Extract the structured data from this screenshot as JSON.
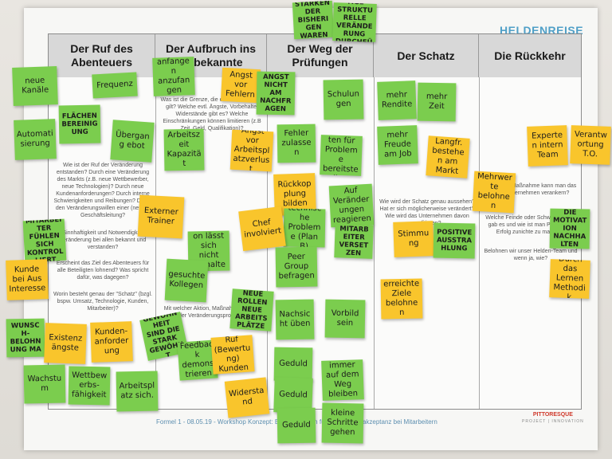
{
  "board_title": "HELDENREISE",
  "columns": [
    {
      "title": "Der Ruf des Abenteuers"
    },
    {
      "title": "Der Aufbruch ins Unbekannte"
    },
    {
      "title": "Der Weg der Prüfungen"
    },
    {
      "title": "Der Schatz"
    },
    {
      "title": "Die Rückkehr"
    }
  ],
  "printed_questions": [
    "Wie ist der Ruf der Veränderung entstanden? Durch eine Veränderung des Markts (z.B. neue Wettbewerber, neue Technologien)? Durch neue Kundenanforderungen? Durch interne Schwierigkeiten und Reibungen? Durch den Veränderungswillen einer (neuen) Geschäftsleitung?",
    "Die Sinnhaftigkeit und Notwendigkeit der Veränderung bei allen bekannt und verstanden?",
    "Erscheint das Ziel des Abenteuers für alle Beteiligten lohnend? Was spricht dafür, was dagegen?",
    "Worin besteht genau der \"Schatz\" (bzgl. bspw. Umsatz, Technologie, Kunden, Mitarbeiter)?",
    "Was ist die Grenze, die es zu überwinden gilt? Welche evtl. Ängste, Vorbehalte, Widerstände gibt es? Welche Einschränkungen können limitieren (z.B Zeit, Geld, Qualifikation)?",
    "Mit welcher Aktion, Maßnahme beginnt der Veränderungsprozess?",
    "Wie wird der Schatz genau aussehen? Hat er sich möglicherweise verändert? Wie wird das Unternehmen davon profitieren?",
    "Welche Maßnahme kann man das im Unternehmen verankern?",
    "Welche Feinde oder Schwierigkeiten gab es und wie ist man Phase den Erfolg zunichte zu machen?",
    "Belohnen wir unser Helden-Team und wenn ja, wie?"
  ],
  "footer": "Formel 1 - 08.05.19 - Workshop Konzept: Erfolgsfaktoren für Technologieakzeptanz bei Mitarbeitern",
  "logo": {
    "name": "PITTORESQUE",
    "tagline": "PROJECT | INNOVATION"
  },
  "notes": [
    {
      "text": "SCHWÄCHEN + STÄRKEN DER BISHERIGEN WARENWIRTSCHAFT",
      "color": "green"
    },
    {
      "text": "NACHHALTIGE STRUKTURELLE VERÄNDERUNG DURCHFÜHREN",
      "color": "green"
    },
    {
      "text": "neue Kanäle",
      "color": "green"
    },
    {
      "text": "Frequenz",
      "color": "green"
    },
    {
      "text": "anfangen anzufangen",
      "color": "green"
    },
    {
      "text": "Angst vor Fehlern",
      "color": "yellow"
    },
    {
      "text": "ANGST NICHT AM NACHFRAGEN",
      "color": "green"
    },
    {
      "text": "Schulungen",
      "color": "green"
    },
    {
      "text": "mehr Rendite",
      "color": "green"
    },
    {
      "text": "mehr Zeit",
      "color": "green"
    },
    {
      "text": "FLÄCHEN BEREINIGUNG",
      "color": "green"
    },
    {
      "text": "Automatisierung",
      "color": "green"
    },
    {
      "text": "Übergang ebot",
      "color": "green"
    },
    {
      "text": "Arbeitszeit Kapazität",
      "color": "green"
    },
    {
      "text": "Angst vor Arbeitsplatzverlust",
      "color": "yellow"
    },
    {
      "text": "Fehler zulassen",
      "color": "green"
    },
    {
      "text": "Kapazitäten für Probleme bereitstellen",
      "color": "green"
    },
    {
      "text": "mehr Freude am Job",
      "color": "green"
    },
    {
      "text": "Langfr. bestehen am Markt",
      "color": "yellow"
    },
    {
      "text": "Experten intern Team",
      "color": "yellow"
    },
    {
      "text": "Verantwortung T.O.",
      "color": "yellow"
    },
    {
      "text": "Rückkopplung bilden",
      "color": "yellow"
    },
    {
      "text": "Auf Veränderungen reagieren",
      "color": "green"
    },
    {
      "text": "Mehrwerte belohnen",
      "color": "yellow"
    },
    {
      "text": "Externer Trainer",
      "color": "yellow"
    },
    {
      "text": "technische Probleme (Plan B)",
      "color": "green"
    },
    {
      "text": "MITARBEITER FÜHLEN SICH KONTROLLIERT",
      "color": "green"
    },
    {
      "text": "Innovation lässt sich nicht aufhalten",
      "color": "green"
    },
    {
      "text": "Chef involviert",
      "color": "yellow"
    },
    {
      "text": "MITARBEITER VERSETZEN",
      "color": "green"
    },
    {
      "text": "Stimmung",
      "color": "yellow"
    },
    {
      "text": "POSITIVE AUSSTRAHLUNG",
      "color": "green"
    },
    {
      "text": "DIE MOTIVATION NACHHALTEN",
      "color": "green"
    },
    {
      "text": "Kunde bei Aus Interesse",
      "color": "yellow"
    },
    {
      "text": "Peer Group befragen",
      "color": "green"
    },
    {
      "text": "gesuchte Kollegen",
      "color": "green"
    },
    {
      "text": "erreichte Ziele belohnen",
      "color": "yellow"
    },
    {
      "text": "Durch das Lernen Methodik",
      "color": "yellow"
    },
    {
      "text": "NEUE ROLLEN NEUE ARBEITSPLÄTZE",
      "color": "green"
    },
    {
      "text": "Nachsicht üben",
      "color": "green"
    },
    {
      "text": "Vorbild sein",
      "color": "green"
    },
    {
      "text": "WUNSCH-BELOHNUNG MA",
      "color": "green"
    },
    {
      "text": "Existenzängste",
      "color": "yellow"
    },
    {
      "text": "Kunden-anforderung",
      "color": "yellow"
    },
    {
      "text": "GEWOHNHEIT SIND DIE STARK GEWÖHNT",
      "color": "green"
    },
    {
      "text": "Feedback demonstrieren",
      "color": "green"
    },
    {
      "text": "Ruf (Bewertung) Kunden",
      "color": "yellow"
    },
    {
      "text": "Geduld",
      "color": "green"
    },
    {
      "text": "immer auf dem Weg bleiben",
      "color": "green"
    },
    {
      "text": "Wachstum",
      "color": "green"
    },
    {
      "text": "Wettbewerbs-fähigkeit",
      "color": "green"
    },
    {
      "text": "Arbeitsplatz sich.",
      "color": "green"
    },
    {
      "text": "Geduld",
      "color": "green"
    },
    {
      "text": "Widerstand",
      "color": "yellow"
    },
    {
      "text": "Geduld",
      "color": "green"
    },
    {
      "text": "kleine Schritte gehen",
      "color": "green"
    }
  ]
}
